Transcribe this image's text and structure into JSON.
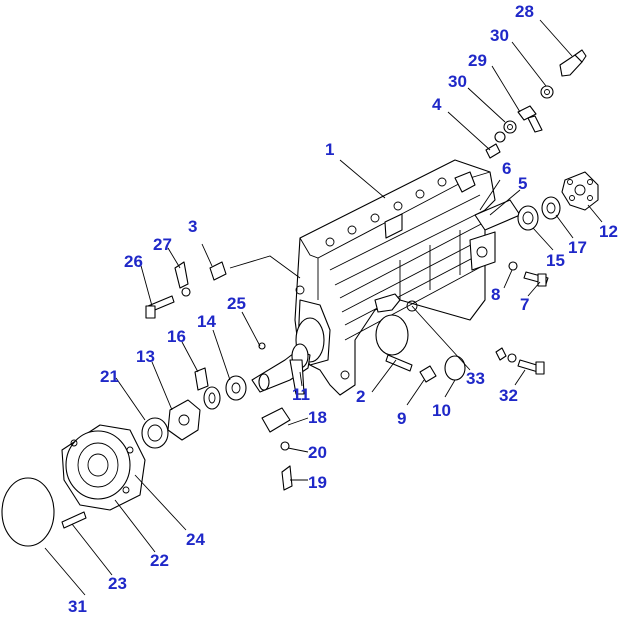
{
  "callouts": {
    "p1": "1",
    "p2": "2",
    "p3": "3",
    "p4": "4",
    "p5": "5",
    "p6": "6",
    "p7": "7",
    "p8": "8",
    "p9": "9",
    "p10": "10",
    "p11": "11",
    "p12": "12",
    "p13": "13",
    "p14": "14",
    "p15": "15",
    "p16": "16",
    "p17": "17",
    "p18": "18",
    "p19": "19",
    "p20": "20",
    "p21": "21",
    "p22": "22",
    "p23": "23",
    "p24": "24",
    "p25": "25",
    "p26": "26",
    "p27": "27",
    "p28": "28",
    "p29": "29",
    "p30a": "30",
    "p30b": "30",
    "p31": "31",
    "p32": "32",
    "p33": "33"
  },
  "colors": {
    "callout_text": "#1f28c8",
    "line_art": "#000000",
    "background": "#ffffff"
  }
}
